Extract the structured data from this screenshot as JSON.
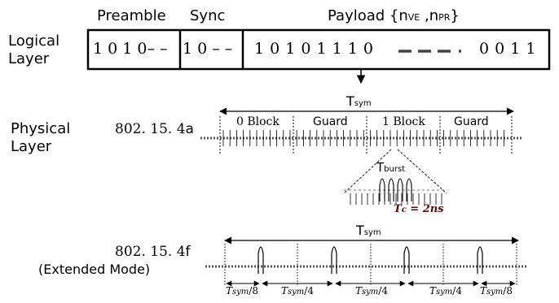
{
  "logical_layer": {
    "label_line1": "Logical",
    "label_line2": "Layer",
    "headers": {
      "preamble": "Preamble",
      "sync": "Sync",
      "payload_prefix": "Payload {n",
      "payload_sub1": "VE",
      "payload_mid": " ,n",
      "payload_sub2": "PR",
      "payload_suffix": "}"
    },
    "preamble_bits": "1 0 1 0– –",
    "sync_bits": "1 0 – –",
    "payload_bits": "1 0 1 0 1 1 1 0",
    "payload_tail_bits": "0 0 1 1"
  },
  "physical_layer": {
    "label_line1": "Physical",
    "label_line2": "Layer",
    "std_a_main": "802. 15. 4",
    "std_a_suffix": "a",
    "tsym_a_main": "T",
    "tsym_a_sub": "sym",
    "blocks": [
      "0 Block",
      "Guard",
      "1 Block",
      "Guard"
    ],
    "tburst_main": "T",
    "tburst_sub": "burst",
    "tc_label": "T",
    "tc_sub": "c",
    "tc_value": " = 2ns",
    "std_f_main": "802. 15. 4",
    "std_f_suffix": "f",
    "extended_prefix": "(",
    "extended_main": "Extended Mode",
    "extended_suffix": ")",
    "tsym_f_main": "T",
    "tsym_f_sub": "sym",
    "intervals": [
      {
        "main": "T",
        "sub": "sym",
        "div": "/8"
      },
      {
        "main": "T",
        "sub": "sym",
        "div": "/4"
      },
      {
        "main": "T",
        "sub": "sym",
        "div": "/4"
      },
      {
        "main": "T",
        "sub": "sym",
        "div": "/4"
      },
      {
        "main": "T",
        "sub": "sym",
        "div": "/8"
      }
    ]
  },
  "colors": {
    "line": "#000000",
    "dotted": "#555555",
    "tc_text": "#5a0a0a"
  }
}
